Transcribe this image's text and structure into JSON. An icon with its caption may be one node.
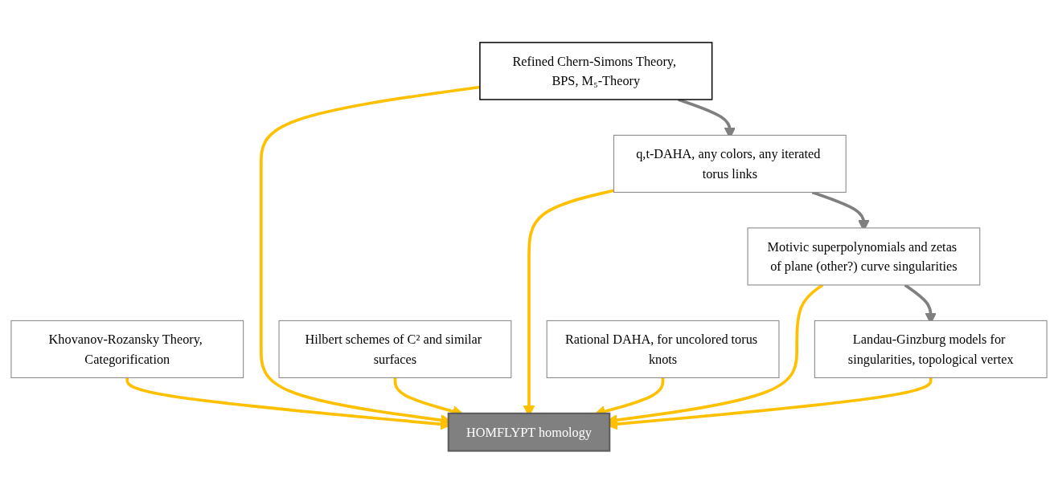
{
  "diagram": {
    "nodes": [
      {
        "text": [
          "HOMFLYPT homology"
        ]
      },
      {
        "text": [
          "Khovanov-Rozansky Theory, Categorification"
        ]
      },
      {
        "text": [
          "Refined Chern-Simons Theory, BPS, M₅-Theory"
        ]
      },
      {
        "text": [
          "Hilbert schemes of C² and similar surfaces"
        ]
      },
      {
        "text": [
          "q,t-DAHA, any colors, any iterated torus links"
        ]
      },
      {
        "text": [
          "Rational DAHA, for uncolored torus knots"
        ]
      },
      {
        "text": [
          "Motivic superpolynomials and zetas of plane (other?) curve singularities"
        ]
      },
      {
        "text": [
          "Landau-Ginzburg models for singularities, topological vertex"
        ]
      }
    ],
    "edges": [
      {
        "from": 1,
        "to": 0,
        "arrow": "to"
      },
      {
        "from": 2,
        "to": 0,
        "arrow": "to"
      },
      {
        "from": 3,
        "to": 0,
        "arrow": "to"
      },
      {
        "from": 4,
        "to": 0,
        "arrow": "to"
      },
      {
        "from": 5,
        "to": 0,
        "arrow": "to"
      },
      {
        "from": 6,
        "to": 0,
        "arrow": "to"
      },
      {
        "from": 7,
        "to": 0,
        "arrow": "to"
      },
      {
        "from": 2,
        "to": 4,
        "arrow": "to",
        "color": "#7f7f7f"
      },
      {
        "from": 4,
        "to": 6,
        "arrow": "to",
        "color": "#7f7f7f"
      },
      {
        "from": 6,
        "to": 7,
        "arrow": "to",
        "color": "#7f7f7f"
      }
    ]
  }
}
